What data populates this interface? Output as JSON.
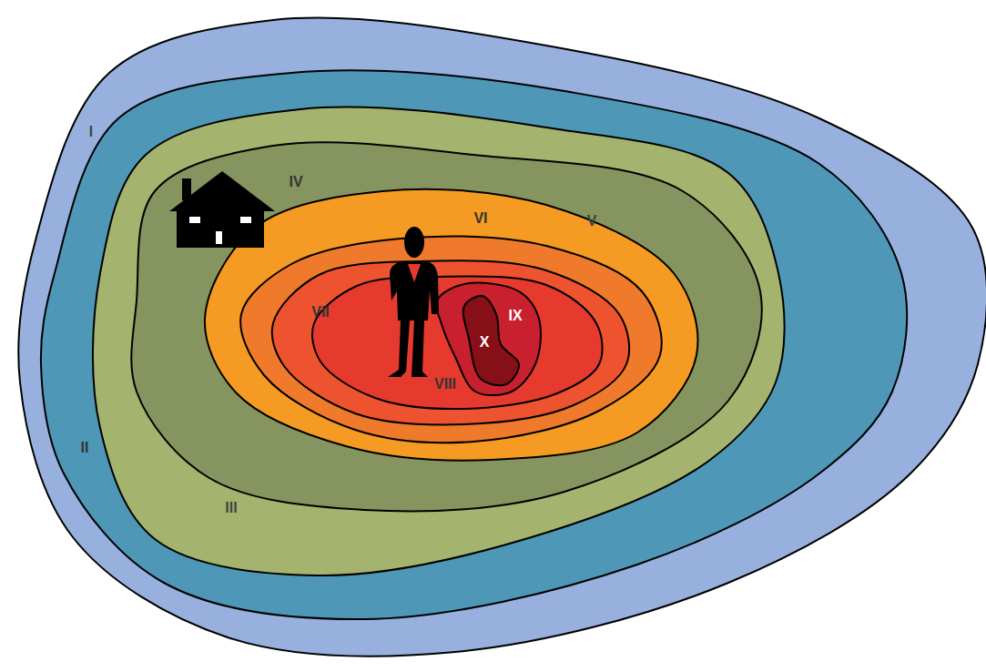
{
  "diagram": {
    "nodes": [
      {
        "text": [
          "I"
        ]
      },
      {
        "text": [
          "II"
        ],
        "in": 0
      },
      {
        "text": [
          "III"
        ],
        "in": 1
      },
      {
        "text": [
          "IV"
        ],
        "in": 2
      },
      {
        "text": [
          "V"
        ],
        "in": 3
      },
      {
        "text": [
          "VI"
        ],
        "in": 4
      },
      {
        "text": [
          "VII"
        ],
        "in": 5
      },
      {
        "text": [
          "VIII"
        ],
        "in": 6
      },
      {
        "text": [
          "IX"
        ],
        "in": 7
      },
      {
        "text": [
          "X"
        ],
        "in": 8
      }
    ]
  }
}
